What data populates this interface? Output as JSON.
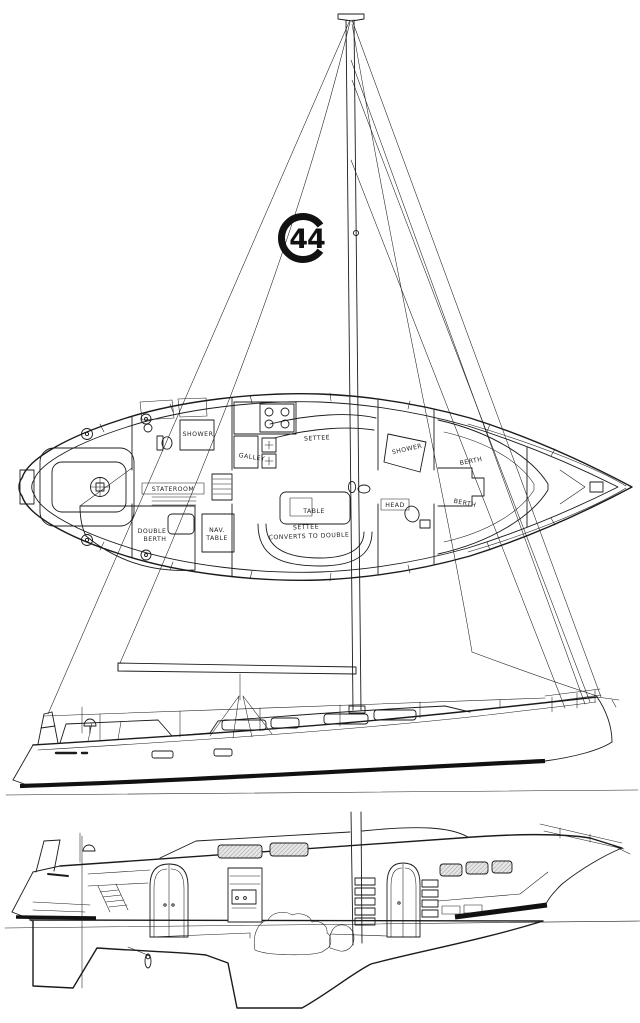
{
  "drawing": {
    "logo": {
      "mark": "C",
      "model": "44"
    },
    "colors": {
      "ink": "#1b1b1b",
      "paper": "#ffffff",
      "underwater_shade": "#c6c6c6",
      "hatch_line": "#8f8f8f"
    }
  },
  "plan_labels": {
    "shower_aft": "SHOWER",
    "galley": "GALLEY",
    "settee_main": "SETTEE",
    "shower_fwd": "SHOWER",
    "berth_fwd_upper": "BERTH",
    "berth_fwd_lower": "BERTH",
    "head": "HEAD",
    "table": "TABLE",
    "stateroom": "STATEROOM",
    "double_berth_line1": "DOUBLE",
    "double_berth_line2": "BERTH",
    "nav_table_line1": "NAV.",
    "nav_table_line2": "TABLE",
    "settee_converts_line1": "SETTEE",
    "settee_converts_line2": "CONVERTS TO DOUBLE"
  }
}
